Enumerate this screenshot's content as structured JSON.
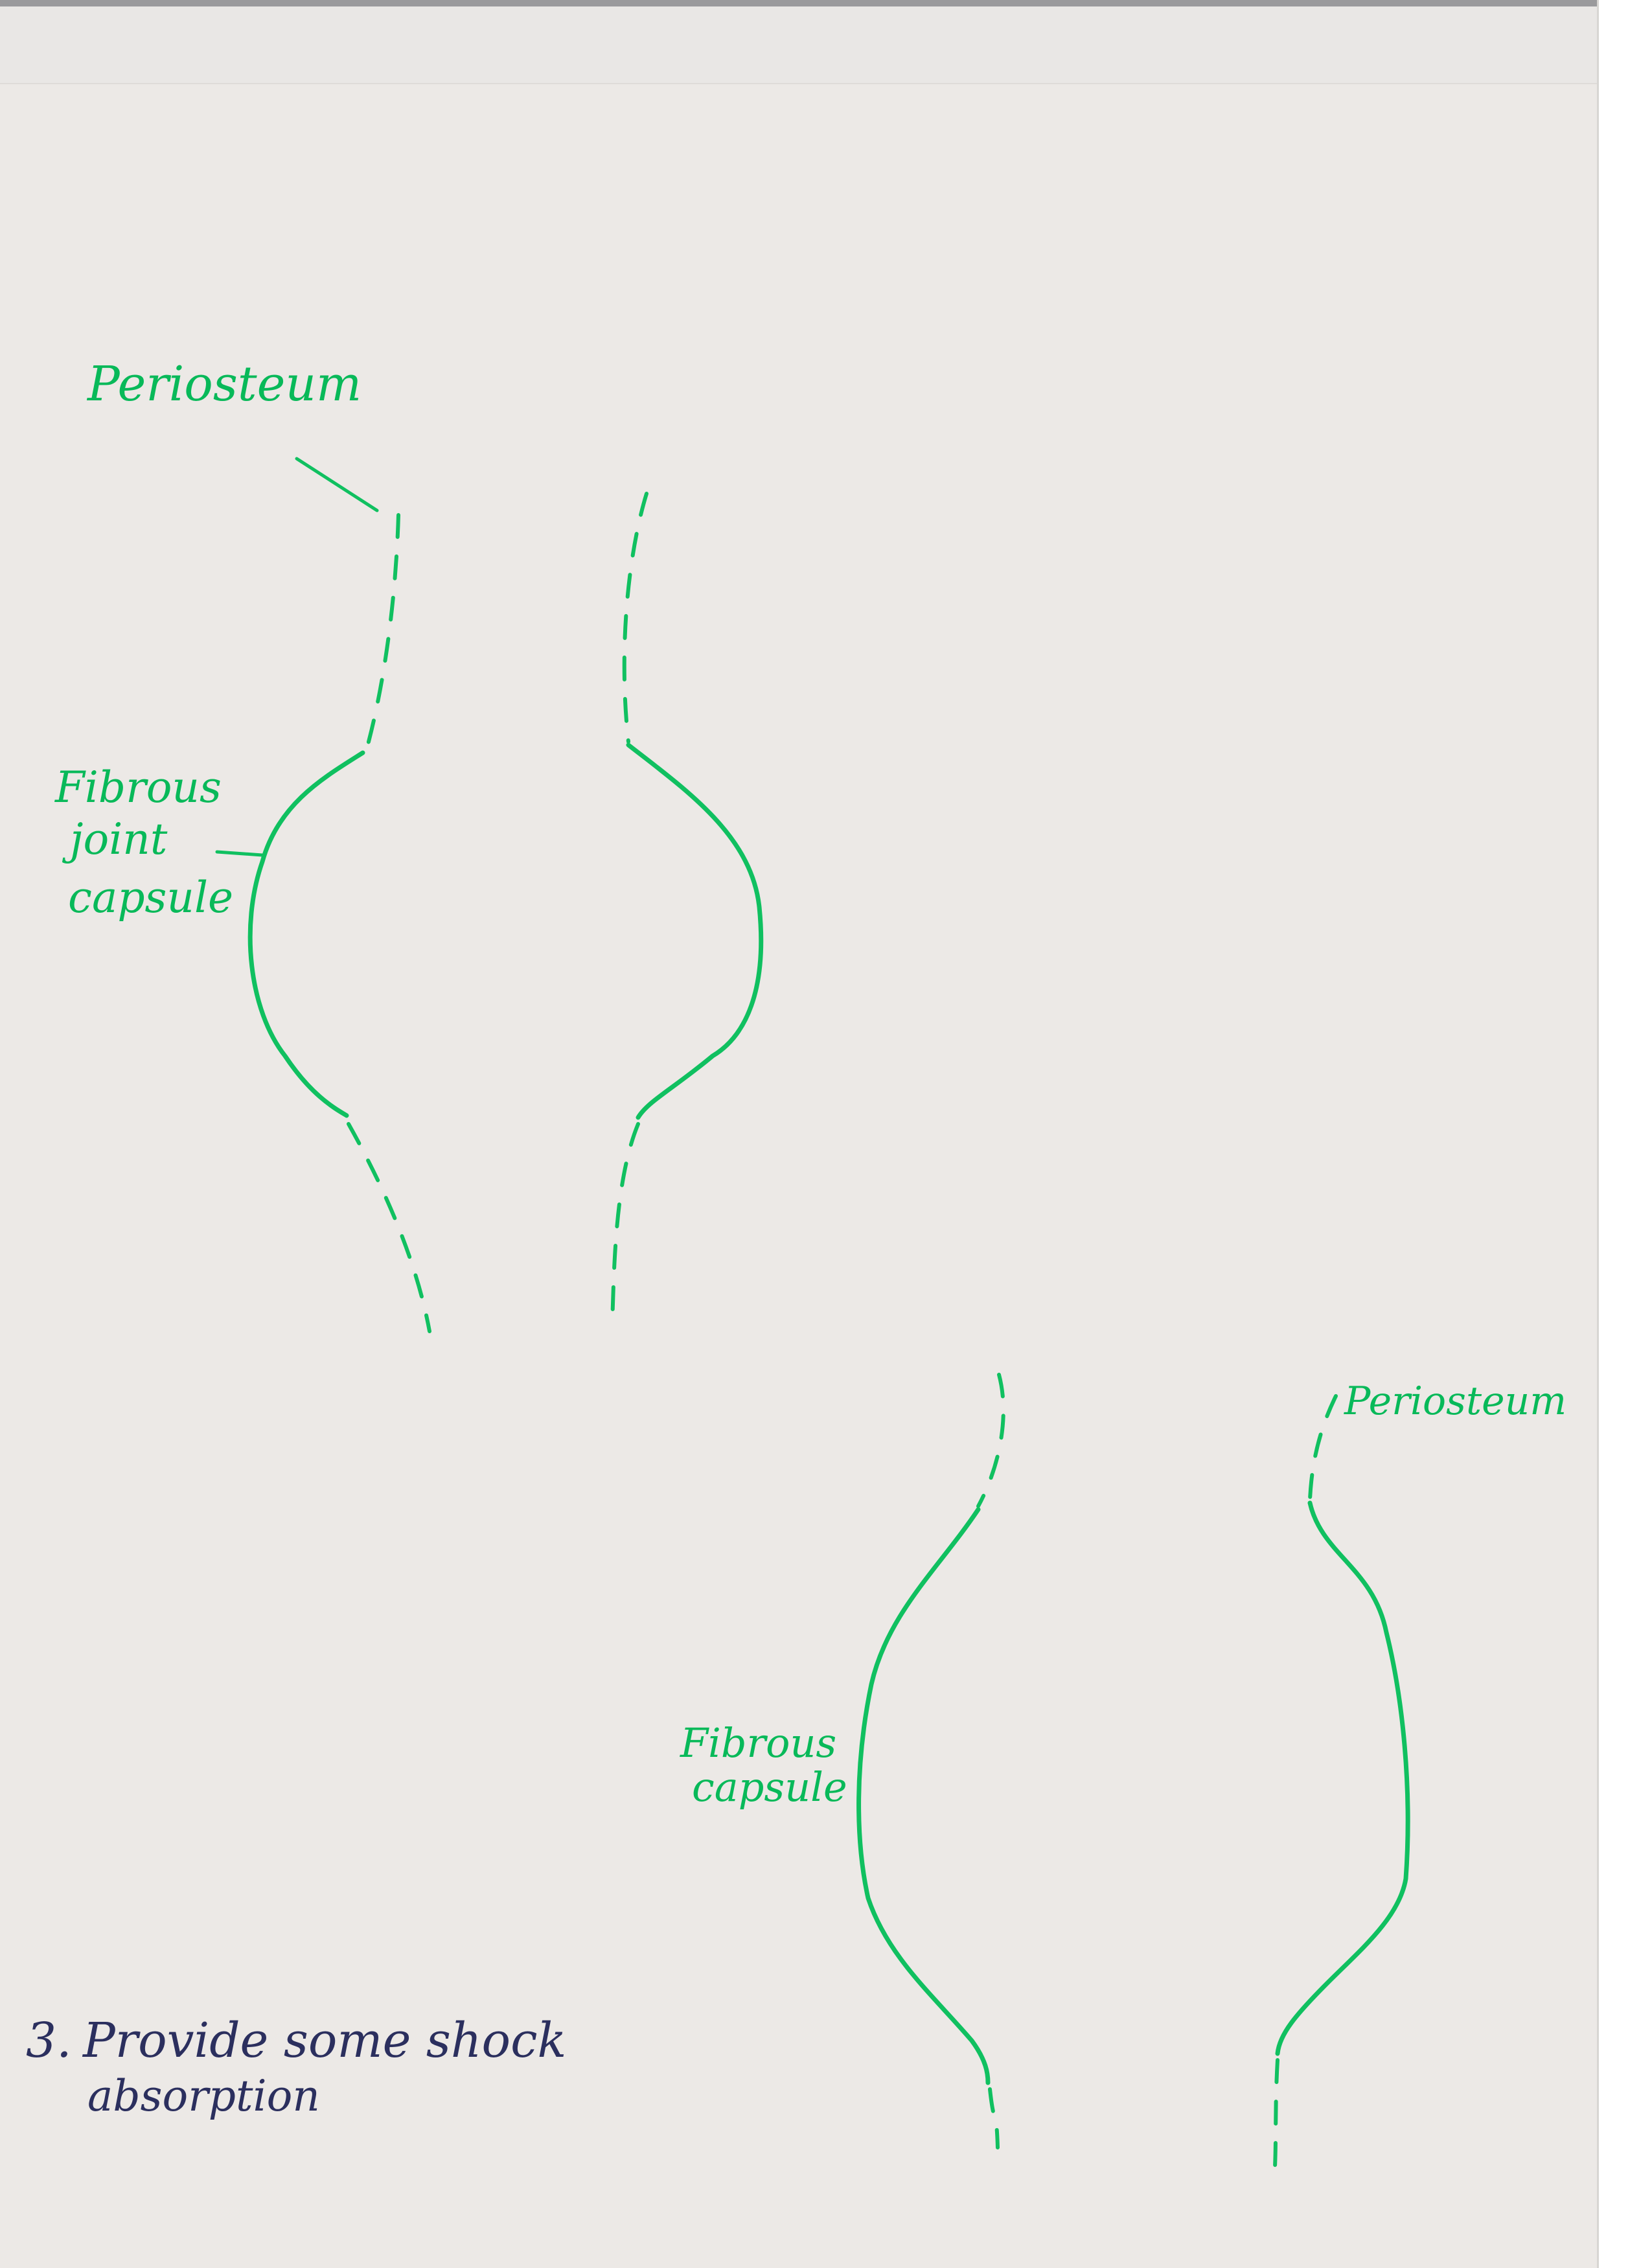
{
  "diagram_1": {
    "label_periosteum": "Periosteum",
    "label_capsule_line_1": "Fibrous",
    "label_capsule_line_2": "joint",
    "label_capsule_line_3": "capsule"
  },
  "diagram_2": {
    "label_periosteum": "Periosteum",
    "label_capsule_line_1": "Fibrous",
    "label_capsule_line_2": "capsule"
  },
  "note": {
    "number": "3.",
    "line_1": "Provide some shock",
    "line_2": "absorption"
  },
  "colors": {
    "ink_green": "#10c060",
    "ink_navy": "#2b2f5e",
    "paper": "#ece9e6"
  }
}
